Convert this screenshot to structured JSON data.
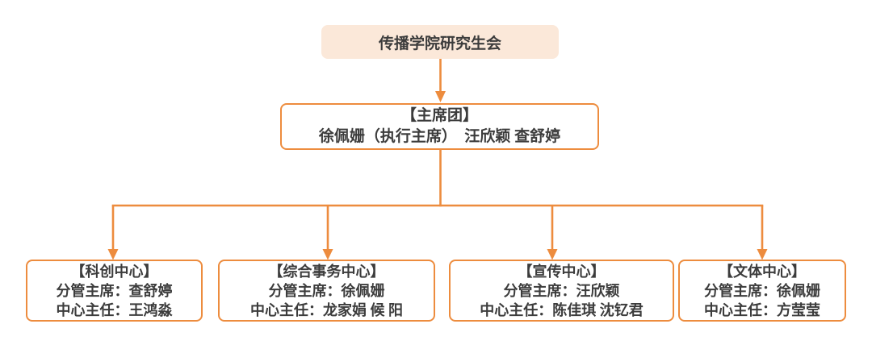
{
  "org": {
    "root": {
      "label": "传播学院研究生会"
    },
    "presidium": {
      "title": "【主席团】",
      "members": "徐佩姗（执行主席）　汪欣颖 查舒婷"
    },
    "centers": [
      {
        "title": "【科创中心】",
        "chief": "分管主席：查舒婷",
        "director": "中心主任：王鸿淼"
      },
      {
        "title": "【综合事务中心】",
        "chief": "分管主席：徐佩姗",
        "director": "中心主任：龙家娟 候 阳"
      },
      {
        "title": "【宣传中心】",
        "chief": "分管主席：汪欣颖",
        "director": "中心主任：陈佳琪 沈钇君"
      },
      {
        "title": "【文体中心】",
        "chief": "分管主席：徐佩姗",
        "director": "中心主任：方莹莹"
      }
    ]
  },
  "colors": {
    "accent": "#ED8C3E",
    "root_fill": "#FBE8D9",
    "text": "#3C3C3C",
    "box_bg": "#FFFFFF"
  }
}
